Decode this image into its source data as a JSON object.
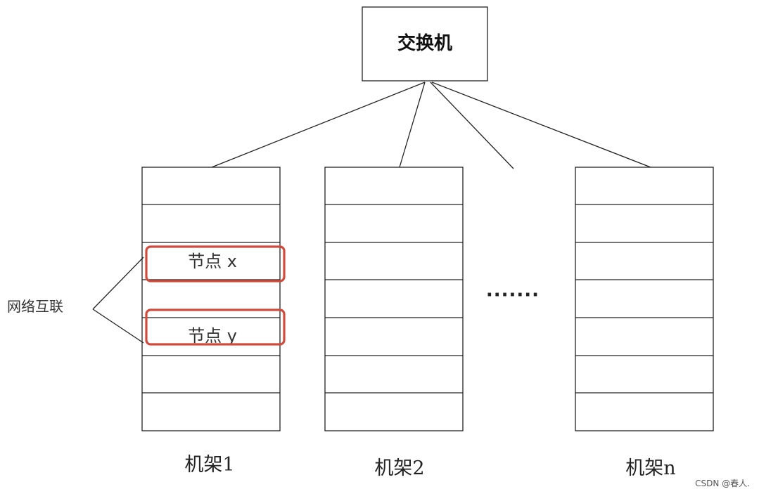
{
  "switch": {
    "label": "交换机"
  },
  "racks": [
    {
      "label": "机架1",
      "slots": 7
    },
    {
      "label": "机架2",
      "slots": 7
    },
    {
      "label": "机架n",
      "slots": 7
    }
  ],
  "ellipsis": "·······",
  "nodes": [
    {
      "label": "节点 x"
    },
    {
      "label": "节点 y"
    }
  ],
  "interconnect_label": "网络互联",
  "watermark": "CSDN @春人.",
  "colors": {
    "highlight": "#d24a3c",
    "line": "#222222"
  }
}
